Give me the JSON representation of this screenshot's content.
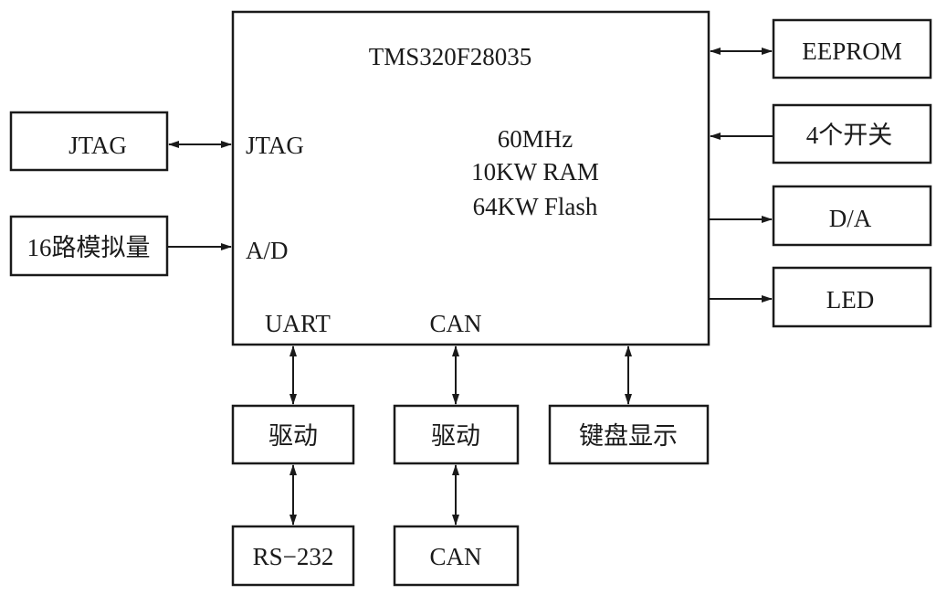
{
  "mcu": {
    "title": "TMS320F28035",
    "specs": [
      "60MHz",
      "10KW RAM",
      "64KW Flash"
    ],
    "ports": {
      "jtag": "JTAG",
      "ad": "A/D",
      "uart": "UART",
      "can": "CAN"
    }
  },
  "left_blocks": {
    "jtag": "JTAG",
    "analog": "16路模拟量"
  },
  "right_blocks": {
    "eeprom": "EEPROM",
    "switches": "4个开关",
    "da": "D/A",
    "led": "LED"
  },
  "bottom_blocks": {
    "driver_uart": "驱动",
    "driver_can": "驱动",
    "keyboard_display": "键盘显示",
    "rs232": "RS−232",
    "can": "CAN"
  },
  "colors": {
    "line": "#1a1a1a",
    "background": "#ffffff"
  }
}
